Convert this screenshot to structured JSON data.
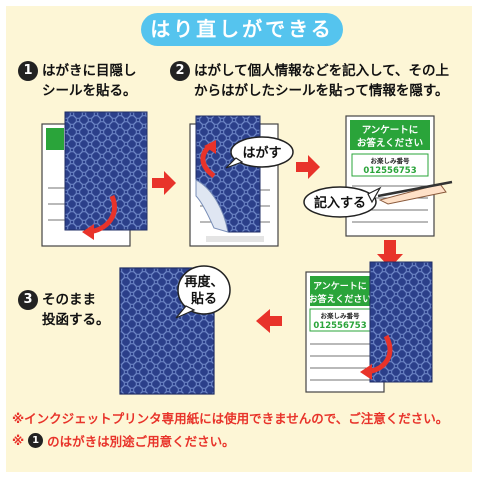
{
  "title": "はり直しができる",
  "steps": [
    {
      "number": "1",
      "text": "はがきに目隠し\nシールを貼る。"
    },
    {
      "number": "2",
      "text": "はがして個人情報などを記入して、その上\nからはがしたシールを貼って情報を隠す。"
    },
    {
      "number": "3",
      "text": "そのまま\n投函する。"
    }
  ],
  "callouts": {
    "peel": "はがす",
    "write": "記入する",
    "reapply": [
      "再度、",
      "貼る"
    ]
  },
  "postcard": {
    "header_line1": "アンケートに",
    "header_line2": "お答えください",
    "lottery_label": "お楽しみ番号",
    "lottery_number": "012556753"
  },
  "notes": {
    "note1": "※インクジェットプリンタ専用紙には使用できませんので、ご注意ください。",
    "note2_prefix": "※",
    "note2_number": "1",
    "note2_text": "のはがきは別途ご用意ください。"
  },
  "colors": {
    "banner": "#55c4ee",
    "seal": "#2b3f8a",
    "form_green": "#2aa43a",
    "arrow_red": "#e8332a",
    "panel": "#fdf6d6",
    "note_red": "#e8332a"
  }
}
